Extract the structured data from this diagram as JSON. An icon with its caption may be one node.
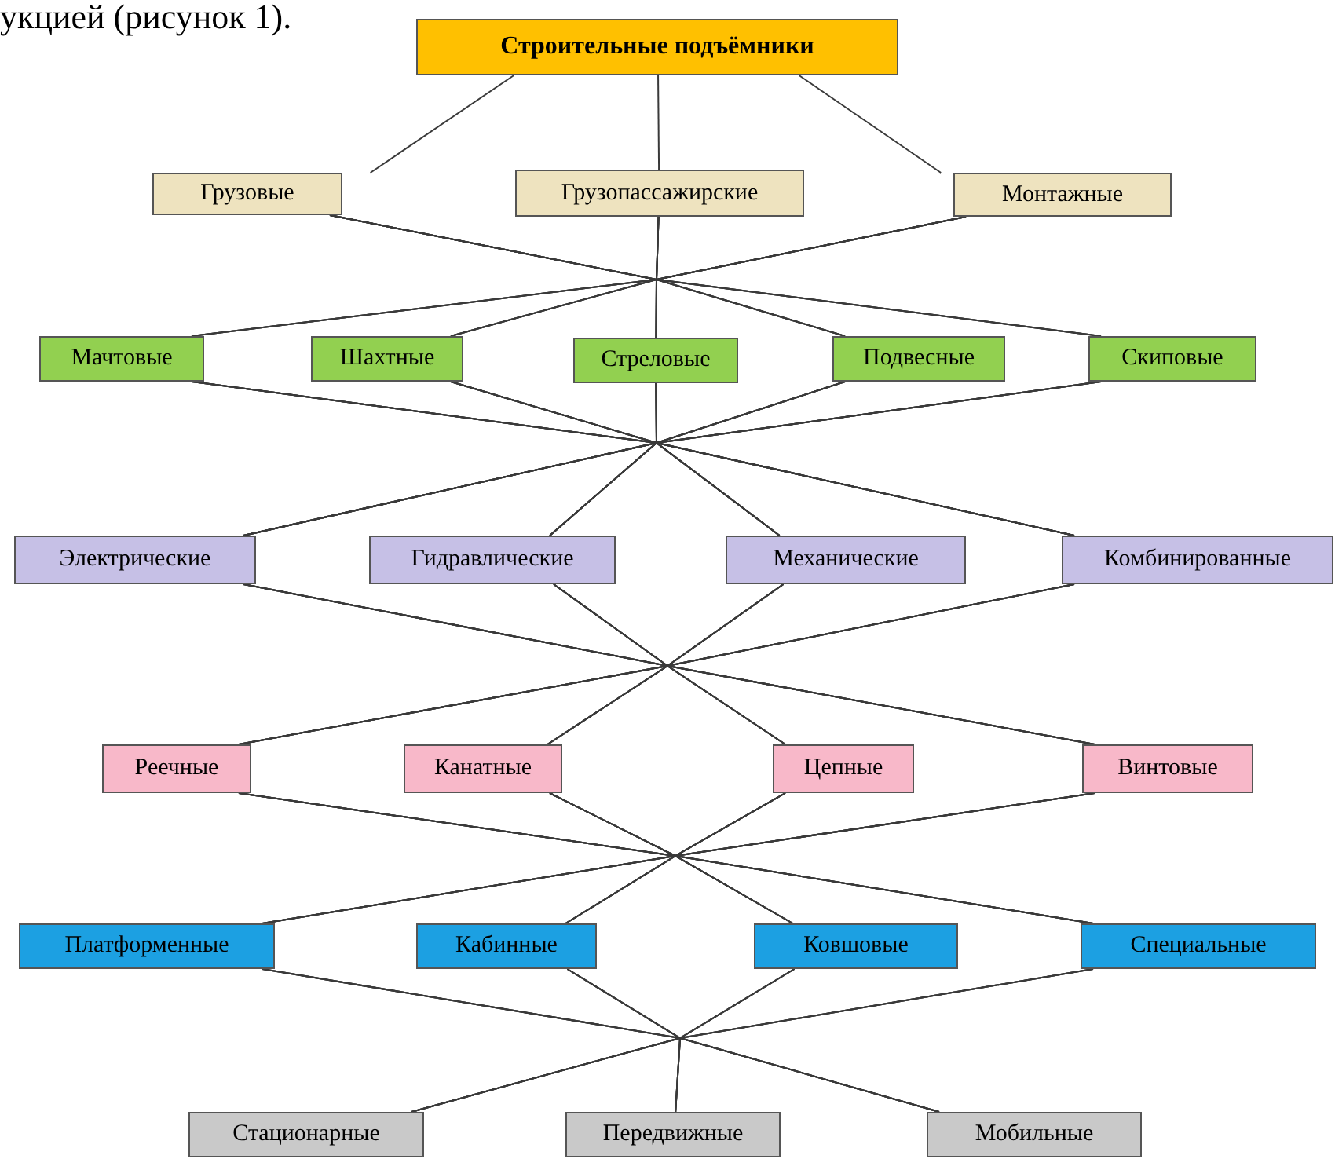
{
  "diagram": {
    "nodes": [
      {
        "text": [
          "Строительные подъёмники"
        ]
      },
      {
        "text": [
          "Грузовые"
        ]
      },
      {
        "text": [
          "Грузопассажирские"
        ]
      },
      {
        "text": [
          "Монтажные"
        ]
      },
      {
        "text": [
          "Мачтовые"
        ]
      },
      {
        "text": [
          "Шахтные"
        ]
      },
      {
        "text": [
          "Стреловые"
        ]
      },
      {
        "text": [
          "Подвесные"
        ]
      },
      {
        "text": [
          "Скиповые"
        ]
      },
      {
        "text": [
          "Электрические"
        ]
      },
      {
        "text": [
          "Гидравлические"
        ]
      },
      {
        "text": [
          "Механические"
        ]
      },
      {
        "text": [
          "Комбинированные"
        ]
      },
      {
        "text": [
          "Реечные"
        ]
      },
      {
        "text": [
          "Канатные"
        ]
      },
      {
        "text": [
          "Цепные"
        ]
      },
      {
        "text": [
          "Винтовые"
        ]
      },
      {
        "text": [
          "Платформенные"
        ]
      },
      {
        "text": [
          "Кабинные"
        ]
      },
      {
        "text": [
          "Ковшовые"
        ]
      },
      {
        "text": [
          "Специальные"
        ]
      },
      {
        "text": [
          "Стационарные"
        ]
      },
      {
        "text": [
          "Передвижные"
        ]
      },
      {
        "text": [
          "Мобильные"
        ]
      }
    ],
    "edges": [
      {
        "from": 0,
        "to": 1,
        "arrow": "none"
      },
      {
        "from": 0,
        "to": 2,
        "arrow": "none"
      },
      {
        "from": 0,
        "to": 3,
        "arrow": "none"
      },
      {
        "from": 1,
        "to": 4,
        "arrow": "none"
      },
      {
        "from": 1,
        "to": 5,
        "arrow": "none"
      },
      {
        "from": 1,
        "to": 6,
        "arrow": "none"
      },
      {
        "from": 1,
        "to": 7,
        "arrow": "none"
      },
      {
        "from": 1,
        "to": 8,
        "arrow": "none"
      },
      {
        "from": 2,
        "to": 4,
        "arrow": "none"
      },
      {
        "from": 2,
        "to": 5,
        "arrow": "none"
      },
      {
        "from": 2,
        "to": 6,
        "arrow": "none"
      },
      {
        "from": 2,
        "to": 7,
        "arrow": "none"
      },
      {
        "from": 2,
        "to": 8,
        "arrow": "none"
      },
      {
        "from": 3,
        "to": 4,
        "arrow": "none"
      },
      {
        "from": 3,
        "to": 5,
        "arrow": "none"
      },
      {
        "from": 3,
        "to": 6,
        "arrow": "none"
      },
      {
        "from": 3,
        "to": 7,
        "arrow": "none"
      },
      {
        "from": 3,
        "to": 8,
        "arrow": "none"
      },
      {
        "from": 4,
        "to": 9,
        "arrow": "none"
      },
      {
        "from": 4,
        "to": 10,
        "arrow": "none"
      },
      {
        "from": 4,
        "to": 11,
        "arrow": "none"
      },
      {
        "from": 4,
        "to": 12,
        "arrow": "none"
      },
      {
        "from": 5,
        "to": 9,
        "arrow": "none"
      },
      {
        "from": 5,
        "to": 10,
        "arrow": "none"
      },
      {
        "from": 5,
        "to": 11,
        "arrow": "none"
      },
      {
        "from": 5,
        "to": 12,
        "arrow": "none"
      },
      {
        "from": 6,
        "to": 9,
        "arrow": "none"
      },
      {
        "from": 6,
        "to": 10,
        "arrow": "none"
      },
      {
        "from": 6,
        "to": 11,
        "arrow": "none"
      },
      {
        "from": 6,
        "to": 12,
        "arrow": "none"
      },
      {
        "from": 7,
        "to": 9,
        "arrow": "none"
      },
      {
        "from": 7,
        "to": 10,
        "arrow": "none"
      },
      {
        "from": 7,
        "to": 11,
        "arrow": "none"
      },
      {
        "from": 7,
        "to": 12,
        "arrow": "none"
      },
      {
        "from": 8,
        "to": 9,
        "arrow": "none"
      },
      {
        "from": 8,
        "to": 10,
        "arrow": "none"
      },
      {
        "from": 8,
        "to": 11,
        "arrow": "none"
      },
      {
        "from": 8,
        "to": 12,
        "arrow": "none"
      },
      {
        "from": 9,
        "to": 13,
        "arrow": "none"
      },
      {
        "from": 9,
        "to": 14,
        "arrow": "none"
      },
      {
        "from": 9,
        "to": 15,
        "arrow": "none"
      },
      {
        "from": 9,
        "to": 16,
        "arrow": "none"
      },
      {
        "from": 10,
        "to": 13,
        "arrow": "none"
      },
      {
        "from": 10,
        "to": 14,
        "arrow": "none"
      },
      {
        "from": 10,
        "to": 15,
        "arrow": "none"
      },
      {
        "from": 10,
        "to": 16,
        "arrow": "none"
      },
      {
        "from": 11,
        "to": 13,
        "arrow": "none"
      },
      {
        "from": 11,
        "to": 14,
        "arrow": "none"
      },
      {
        "from": 11,
        "to": 15,
        "arrow": "none"
      },
      {
        "from": 11,
        "to": 16,
        "arrow": "none"
      },
      {
        "from": 12,
        "to": 13,
        "arrow": "none"
      },
      {
        "from": 12,
        "to": 14,
        "arrow": "none"
      },
      {
        "from": 12,
        "to": 15,
        "arrow": "none"
      },
      {
        "from": 12,
        "to": 16,
        "arrow": "none"
      },
      {
        "from": 13,
        "to": 17,
        "arrow": "none"
      },
      {
        "from": 13,
        "to": 18,
        "arrow": "none"
      },
      {
        "from": 13,
        "to": 19,
        "arrow": "none"
      },
      {
        "from": 13,
        "to": 20,
        "arrow": "none"
      },
      {
        "from": 14,
        "to": 17,
        "arrow": "none"
      },
      {
        "from": 14,
        "to": 18,
        "arrow": "none"
      },
      {
        "from": 14,
        "to": 19,
        "arrow": "none"
      },
      {
        "from": 14,
        "to": 20,
        "arrow": "none"
      },
      {
        "from": 15,
        "to": 17,
        "arrow": "none"
      },
      {
        "from": 15,
        "to": 18,
        "arrow": "none"
      },
      {
        "from": 15,
        "to": 19,
        "arrow": "none"
      },
      {
        "from": 15,
        "to": 20,
        "arrow": "none"
      },
      {
        "from": 16,
        "to": 17,
        "arrow": "none"
      },
      {
        "from": 16,
        "to": 18,
        "arrow": "none"
      },
      {
        "from": 16,
        "to": 19,
        "arrow": "none"
      },
      {
        "from": 16,
        "to": 20,
        "arrow": "none"
      },
      {
        "from": 17,
        "to": 21,
        "arrow": "none"
      },
      {
        "from": 17,
        "to": 22,
        "arrow": "none"
      },
      {
        "from": 17,
        "to": 23,
        "arrow": "none"
      },
      {
        "from": 18,
        "to": 21,
        "arrow": "none"
      },
      {
        "from": 18,
        "to": 22,
        "arrow": "none"
      },
      {
        "from": 18,
        "to": 23,
        "arrow": "none"
      },
      {
        "from": 19,
        "to": 21,
        "arrow": "none"
      },
      {
        "from": 19,
        "to": 22,
        "arrow": "none"
      },
      {
        "from": 19,
        "to": 23,
        "arrow": "none"
      },
      {
        "from": 20,
        "to": 21,
        "arrow": "none"
      },
      {
        "from": 20,
        "to": 22,
        "arrow": "none"
      },
      {
        "from": 20,
        "to": 23,
        "arrow": "none"
      }
    ],
    "labels": [
      "укцией (рисунок 1)."
    ]
  }
}
